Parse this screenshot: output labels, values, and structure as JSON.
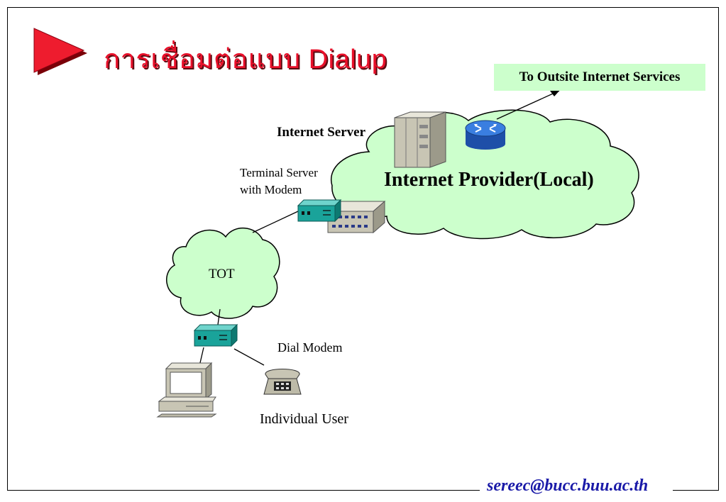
{
  "slide": {
    "title": "การเชื่อมต่อแบบ Dialup",
    "footer": "sereec@bucc.buu.ac.th"
  },
  "diagram": {
    "outside_label": "To Outsite Internet Services",
    "internet_server_label": "Internet Server",
    "terminal_server_label_line1": "Terminal Server",
    "terminal_server_label_line2": "with Modem",
    "provider_label": "Internet Provider(Local)",
    "tot_label": "TOT",
    "dial_modem_label": "Dial Modem",
    "individual_user_label": "Individual User"
  },
  "colors": {
    "title": "#e8102a",
    "cloud_fill": "#ccffcc",
    "outside_box": "#ccffcc",
    "modem": "#1aa39a",
    "router": "#2266cc",
    "footer": "#1a1aa8"
  },
  "icons": [
    "arrow-bullet-icon",
    "server-icon",
    "router-icon",
    "terminal-server-icon",
    "modem-icon",
    "computer-icon",
    "telephone-icon"
  ]
}
